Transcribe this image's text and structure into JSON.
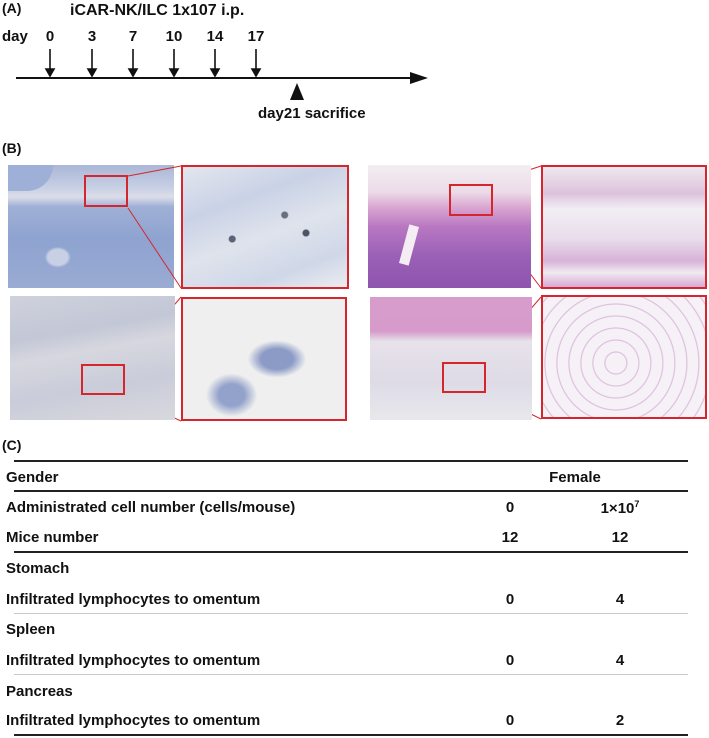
{
  "panel_a": {
    "label": "(A)",
    "title": "iCAR-NK/ILC 1x107 i.p.",
    "day_label": "day",
    "injection_days": [
      "0",
      "3",
      "7",
      "10",
      "14",
      "17"
    ],
    "endpoint_label": "day21 sacrifice"
  },
  "panel_b": {
    "label": "(B)",
    "images": [
      {
        "position": "top-left-overview",
        "stain": "IHC (brown/hematoxylin blue)",
        "colors": [
          "#8ea0c8",
          "#e8e6ea"
        ]
      },
      {
        "position": "top-left-zoom",
        "stain": "IHC high magnification"
      },
      {
        "position": "bottom-left-overview",
        "stain": "IHC"
      },
      {
        "position": "bottom-left-zoom",
        "stain": "IHC high magnification"
      },
      {
        "position": "top-right-overview",
        "stain": "H&E"
      },
      {
        "position": "top-right-zoom",
        "stain": "H&E high magnification"
      },
      {
        "position": "bottom-right-overview",
        "stain": "H&E"
      },
      {
        "position": "bottom-right-zoom",
        "stain": "H&E high magnification"
      }
    ],
    "highlight_color": "#d4262c"
  },
  "panel_c": {
    "label": "(C)",
    "header": {
      "label": "Gender",
      "group": "Female"
    },
    "rows": [
      {
        "label": "Administrated cell number (cells/mouse)",
        "c1": "0",
        "c2_base": "1×10",
        "c2_sup": "7"
      },
      {
        "label": "Mice number",
        "c1": "12",
        "c2": "12"
      },
      {
        "label": "Stomach",
        "c1": "",
        "c2": ""
      },
      {
        "label": "Infiltrated lymphocytes to omentum",
        "c1": "0",
        "c2": "4"
      },
      {
        "label": "Spleen",
        "c1": "",
        "c2": ""
      },
      {
        "label": "Infiltrated lymphocytes to omentum",
        "c1": "0",
        "c2": "4"
      },
      {
        "label": "Pancreas",
        "c1": "",
        "c2": ""
      },
      {
        "label": "Infiltrated lymphocytes to omentum",
        "c1": "0",
        "c2": "2"
      }
    ]
  },
  "chart_data": {
    "type": "table",
    "title": "Infiltrated lymphocytes to omentum (Female mice)",
    "columns": [
      "Gender / Measure",
      "0 cells/mouse",
      "1x10^7 cells/mouse"
    ],
    "rows": [
      [
        "Mice number",
        12,
        12
      ],
      [
        "Stomach - Infiltrated lymphocytes to omentum",
        0,
        4
      ],
      [
        "Spleen - Infiltrated lymphocytes to omentum",
        0,
        4
      ],
      [
        "Pancreas - Infiltrated lymphocytes to omentum",
        0,
        2
      ]
    ],
    "timeline": {
      "injection_days": [
        0,
        3,
        7,
        10,
        14,
        17
      ],
      "sacrifice_day": 21,
      "dose": "1x107 i.p."
    }
  }
}
